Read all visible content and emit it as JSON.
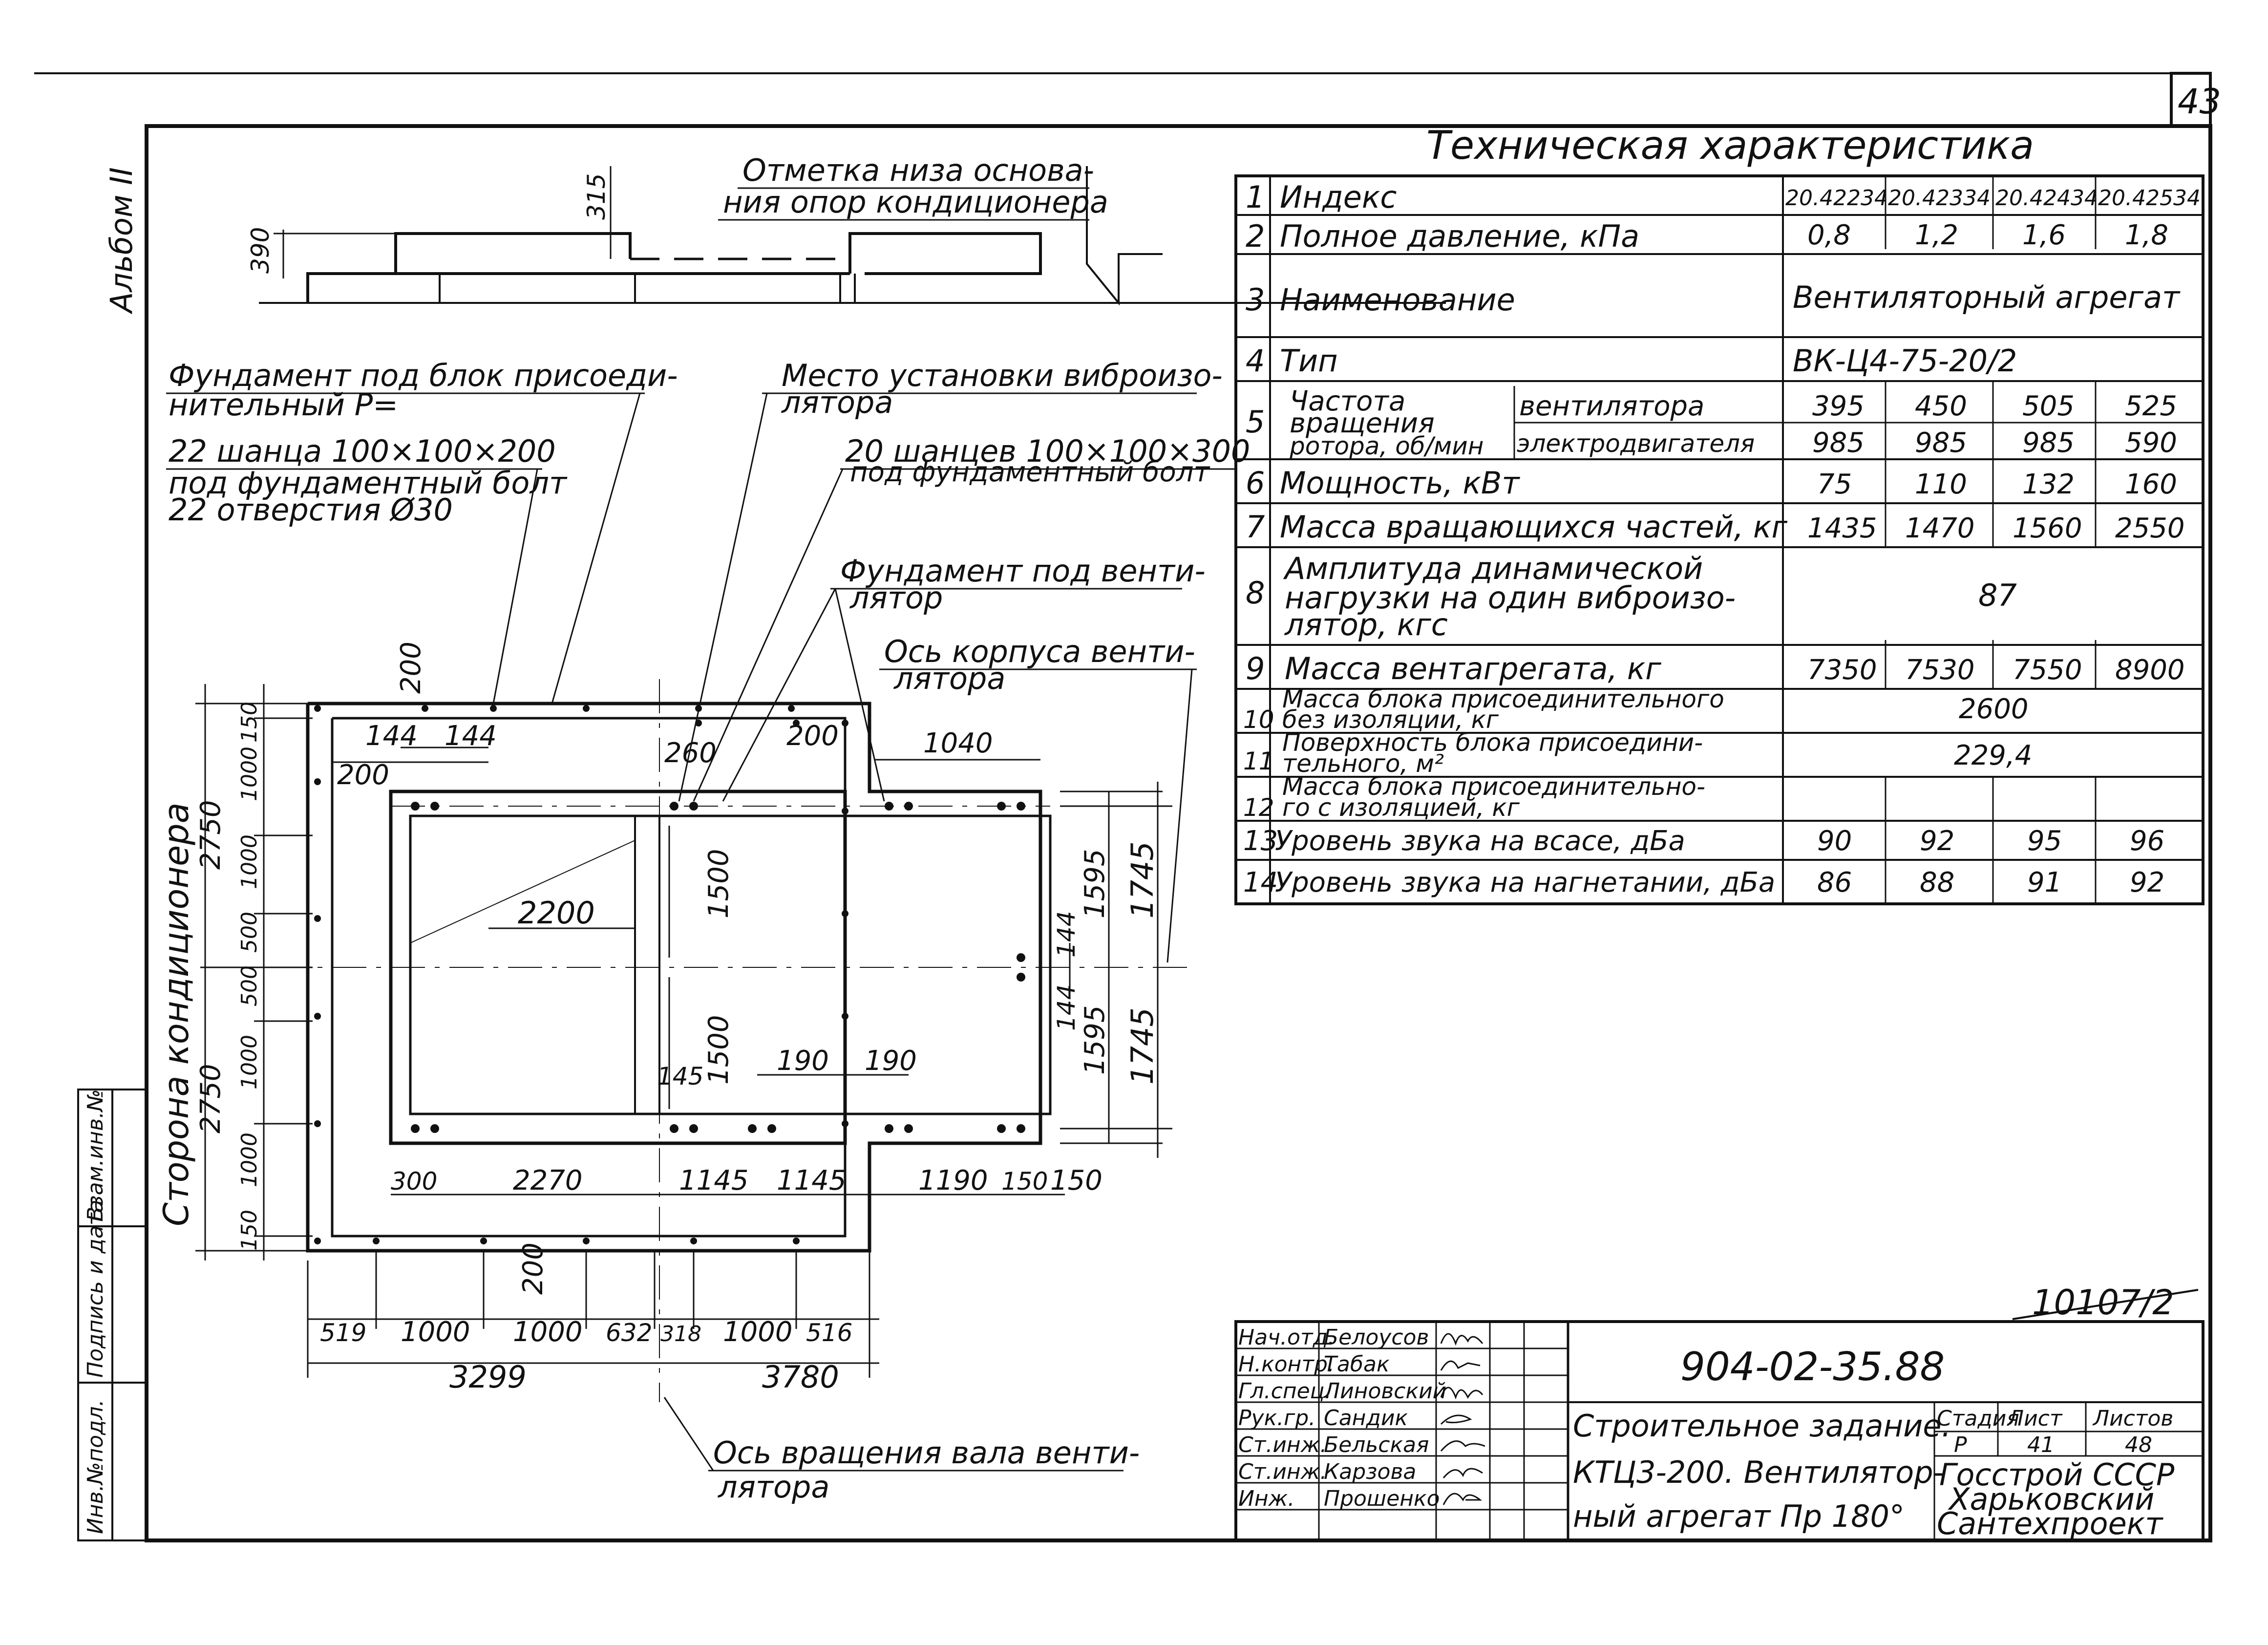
{
  "sheet": {
    "corner_number": "43",
    "album": "Альбом II",
    "drawing_number": "904-02-35.88",
    "sheet_mark": "10107/2"
  },
  "elevation": {
    "note_line1": "Отметка низа основа-",
    "note_line2": "ния опор кондиционера",
    "dim_390": "390",
    "dim_315": "315"
  },
  "callouts": {
    "foundation_block_line1": "Фундамент под блок присоеди-",
    "foundation_block_line2": "нительный Р=",
    "shancy22_line1": "22 шанца 100×100×200",
    "shancy22_line2": "под фундаментный болт",
    "holes22": "22 отверстия Ø30",
    "vibro_place_line1": "Место установки виброизо-",
    "vibro_place_line2": "лятора",
    "shancy20_line1": "20 шанцев 100×100×300",
    "shancy20_line2": "под фундаментный болт",
    "fan_foundation_line1": "Фундамент под венти-",
    "fan_foundation_line2": "лятор",
    "fan_axis_line1": "Ось корпуса венти-",
    "fan_axis_line2": "лятора",
    "shaft_axis_line1": "Ось вращения вала венти-",
    "shaft_axis_line2": "лятора",
    "side_label": "Сторона кондиционера"
  },
  "plan_dims": {
    "d200_top": "200",
    "d144a": "144",
    "d144b": "144",
    "d200_left": "200",
    "d260": "260",
    "d200_right": "200",
    "d1040": "1040",
    "d2200": "2200",
    "d1500_top": "1500",
    "d1500_bot": "1500",
    "d145": "145",
    "d190a": "190",
    "d190b": "190",
    "d144_r1": "144",
    "d144_r2": "144",
    "d1595_top": "1595",
    "d1595_bot": "1595",
    "d1745_top": "1745",
    "d1745_bot": "1745",
    "d300": "300",
    "d2270": "2270",
    "d1145a": "1145",
    "d1145b": "1145",
    "d1190": "1190",
    "d150a": "150",
    "d150b": "150",
    "d200_bottom": "200",
    "left_150_top": "150",
    "left_1000_1": "1000",
    "left_1000_2": "1000",
    "left_500_1": "500",
    "left_500_2": "500",
    "left_1000_3": "1000",
    "left_1000_4": "1000",
    "left_150_bot": "150",
    "left_2750_top": "2750",
    "left_2750_bot": "2750",
    "b519": "519",
    "b1000a": "1000",
    "b1000b": "1000",
    "b632": "632",
    "b318": "318",
    "b1000c": "1000",
    "b516": "516",
    "b3299": "3299",
    "b3780": "3780"
  },
  "tech_table": {
    "title": "Техническая характеристика",
    "rows": [
      {
        "n": "1",
        "label": "Индекс",
        "v": [
          "20.42234",
          "20.42334",
          "20.42434",
          "20.42534"
        ]
      },
      {
        "n": "2",
        "label": "Полное давление, кПа",
        "v": [
          "0,8",
          "1,2",
          "1,6",
          "1,8"
        ]
      },
      {
        "n": "3",
        "label": "Наименование",
        "merged": "Вентиляторный агрегат"
      },
      {
        "n": "4",
        "label": "Тип",
        "merged": "ВК-Ц4-75-20/2"
      },
      {
        "n": "5",
        "label1": "Частота",
        "label2": "вращения",
        "label3": "ротора, об/мин",
        "sub1": "вентилятора",
        "sub2": "электродвигателя",
        "v1": [
          "395",
          "450",
          "505",
          "525"
        ],
        "v2": [
          "985",
          "985",
          "985",
          "590"
        ]
      },
      {
        "n": "6",
        "label": "Мощность, кВт",
        "v": [
          "75",
          "110",
          "132",
          "160"
        ]
      },
      {
        "n": "7",
        "label": "Масса вращающихся частей, кг",
        "v": [
          "1435",
          "1470",
          "1560",
          "2550"
        ]
      },
      {
        "n": "8",
        "label1": "Амплитуда динамической",
        "label2": "нагрузки на один виброизо-",
        "label3": "лятор, кгс",
        "merged": "87"
      },
      {
        "n": "9",
        "label": "Масса вентагрегата, кг",
        "v": [
          "7350",
          "7530",
          "7550",
          "8900"
        ]
      },
      {
        "n": "10",
        "label1": "Масса блока присоединительного",
        "label2": "без изоляции, кг",
        "merged": "2600"
      },
      {
        "n": "11",
        "label1": "Поверхность блока присоедини-",
        "label2": "тельного, м²",
        "merged": "229,4"
      },
      {
        "n": "12",
        "label1": "Масса блока присоединительно-",
        "label2": "го с изоляцией, кг",
        "merged": ""
      },
      {
        "n": "13",
        "label": "Уровень звука на всасе, дБа",
        "v": [
          "90",
          "92",
          "95",
          "96"
        ]
      },
      {
        "n": "14",
        "label": "Уровень звука на нагнетании, дБа",
        "v": [
          "86",
          "88",
          "91",
          "92"
        ]
      }
    ]
  },
  "title_block": {
    "signers": [
      {
        "role": "Нач.отд.",
        "name": "Белоусов"
      },
      {
        "role": "Н.контр.",
        "name": "Табак"
      },
      {
        "role": "Гл.спец.",
        "name": "Линовский"
      },
      {
        "role": "Рук.гр.",
        "name": "Сандик"
      },
      {
        "role": "Ст.инж.",
        "name": "Бельская"
      },
      {
        "role": "Ст.инж.",
        "name": "Карзова"
      },
      {
        "role": "Инж.",
        "name": "Прошенко"
      }
    ],
    "description_line1": "Строительное задание.",
    "description_line2": "КТЦ3-200. Вентилятор-",
    "description_line3": "ный агрегат Пр 180°",
    "stage_header": "Стадия",
    "sheet_header": "Лист",
    "sheets_header": "Листов",
    "stage": "Р",
    "sheet": "41",
    "sheets": "48",
    "org_line1": "Госстрой СССР",
    "org_line2": "Харьковский",
    "org_line3": "Сантехпроект"
  },
  "side_stamp": {
    "inv_podl": "Инв.№подл.",
    "podpis": "Подпись и дата",
    "vzam": "Взам.инв.№"
  }
}
